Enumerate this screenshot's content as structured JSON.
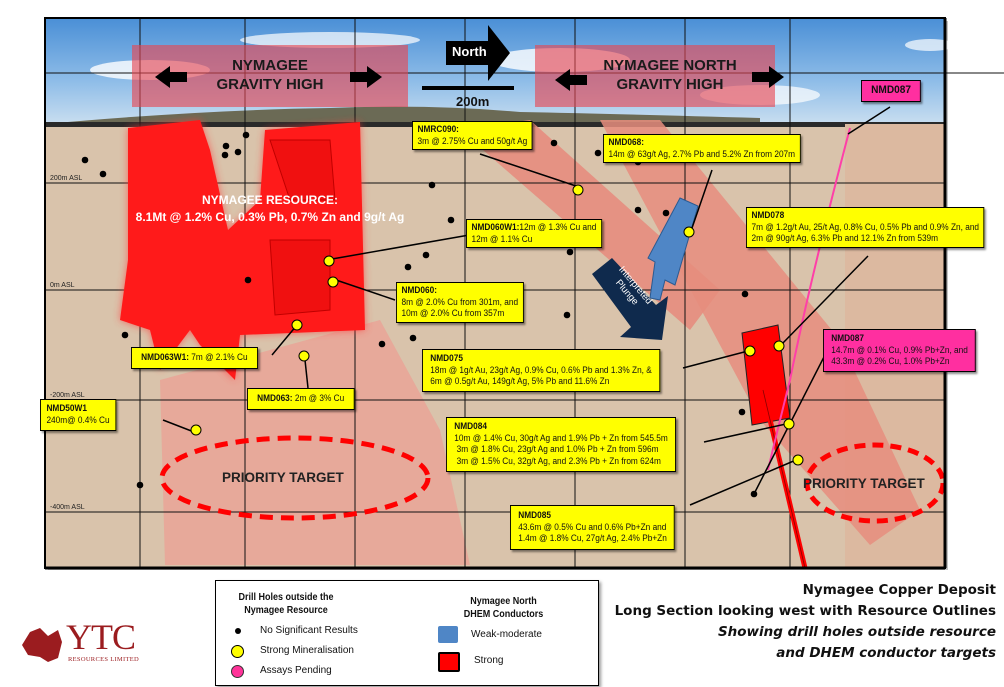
{
  "banners": {
    "left": {
      "line1": "NYMAGEE",
      "line2": "GRAVITY HIGH"
    },
    "right": {
      "line1": "NYMAGEE NORTH",
      "line2": "GRAVITY HIGH"
    }
  },
  "north_arrow": {
    "label": "North"
  },
  "scale_bar": {
    "label": "200m"
  },
  "axis_labels": [
    "200m ASL",
    "0m ASL",
    "-200m ASL",
    "-400m ASL"
  ],
  "resource": {
    "title": "NYMAGEE RESOURCE:",
    "grade": "8.1Mt @  1.2% Cu, 0.3% Pb, 0.7% Zn and 9g/t Ag"
  },
  "plunge_label": {
    "line1": "Interpreted",
    "line2": "Plunge"
  },
  "priority_targets": [
    "PRIORITY TARGET",
    "PRIORITY TARGET"
  ],
  "callouts": {
    "nmd087_top": {
      "hole": "NMD087"
    },
    "nmrc090": {
      "hole": "NMRC090:",
      "lines": [
        "3m @ 2.75% Cu and 50g/t Ag"
      ]
    },
    "nmd068": {
      "hole": "NMD068:",
      "lines": [
        "14m @ 63g/t Ag, 2.7% Pb and 5.2% Zn from 207m"
      ]
    },
    "nmd078": {
      "hole": "NMD078",
      "lines": [
        "7m @ 1.2g/t Au, 25/t Ag, 0.8% Cu, 0.5% Pb and 0.9% Zn, and",
        "2m @ 90g/t Ag, 6.3% Pb and 12.1% Zn from 539m"
      ]
    },
    "nmd060w1": {
      "hole": "NMD060W1:",
      "lines": [
        "12m @ 1.3% Cu and",
        "12m @ 1.1% Cu"
      ]
    },
    "nmd060": {
      "hole": "NMD060:",
      "lines": [
        "8m @ 2.0% Cu from 301m, and",
        "10m @ 2.0% Cu from 357m"
      ]
    },
    "nmd063w1": {
      "hole": "NMD063W1:",
      "lines": [
        "7m @ 2.1% Cu"
      ]
    },
    "nmd063": {
      "hole": "NMD063:",
      "lines": [
        "2m @ 3% Cu"
      ]
    },
    "nmd50w1": {
      "hole": "NMD50W1",
      "lines": [
        "240m@ 0.4% Cu"
      ]
    },
    "nmd075": {
      "hole": "NMD075",
      "lines": [
        "18m @ 1g/t Au, 23g/t Ag, 0.9% Cu, 0.6% Pb and 1.3% Zn, &",
        "6m @ 0.5g/t Au, 149g/t Ag, 5% Pb and 11.6% Zn"
      ]
    },
    "nmd087": {
      "hole": "NMD087",
      "lines": [
        "14.7m @ 0.1% Cu, 0.9% Pb+Zn, and",
        "43.3m @ 0.2% Cu, 1.0% Pb+Zn"
      ]
    },
    "nmd084": {
      "hole": "NMD084",
      "lines": [
        "10m @ 1.4% Cu, 30g/t Ag and 1.9% Pb + Zn from 545.5m",
        "3m @ 1.8% Cu, 23g/t Ag and 1.0% Pb + Zn from 596m",
        "3m @ 1.5% Cu, 32g/t Ag, and 2.3% Pb + Zn from 624m"
      ]
    },
    "nmd085": {
      "hole": "NMD085",
      "lines": [
        "43.6m @ 0.5% Cu and 0.6% Pb+Zn and",
        "1.4m @ 1.8% Cu, 27g/t Ag, 2.4% Pb+Zn"
      ]
    }
  },
  "legend_drill": {
    "title1": "Drill Holes outside the",
    "title2": "Nymagee Resource",
    "items": [
      {
        "label": "No Significant  Results",
        "symbol": "black-dot",
        "color": "#000000"
      },
      {
        "label": "Strong  Mineralisation",
        "symbol": "yellow-circle",
        "color": "#ffff00"
      },
      {
        "label": "Assays Pending",
        "symbol": "pink-circle",
        "color": "#ff3399"
      }
    ]
  },
  "legend_dhem": {
    "title1": "Nymagee North",
    "title2": "DHEM Conductors",
    "items": [
      {
        "label": "Weak-moderate",
        "color": "#4f86c6"
      },
      {
        "label": "Strong",
        "color": "#ff0000"
      }
    ]
  },
  "title_block": {
    "line1": "Nymagee Copper  Deposit",
    "line2": "Long Section looking west with Resource Outlines",
    "line3": "Showing drill holes outside resource",
    "line4": "and DHEM conductor targets"
  },
  "logo": {
    "name": "YTC",
    "sub": "RESOURCES LIMITED",
    "color": "#9b1c1f"
  },
  "colors": {
    "resource": "#ff1a1a",
    "ground": "#dcc6ae",
    "halo": "#e88a7d",
    "callout": "#ffff00",
    "pending": "#ff2fa0",
    "conductor_weak": "#4f86c6",
    "plunge": "#0f2a4d"
  }
}
